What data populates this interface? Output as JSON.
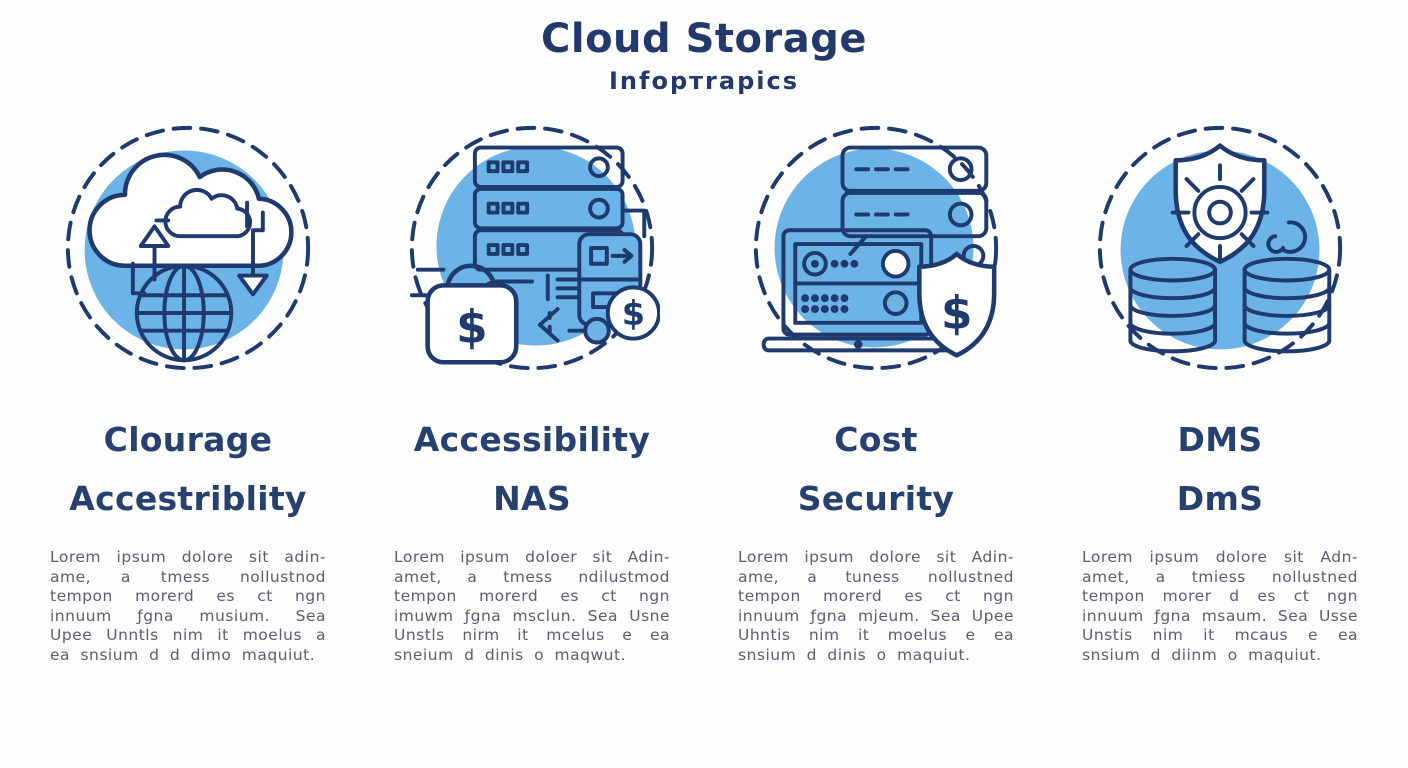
{
  "page": {
    "title": "Cloud Storage",
    "subtitle": "Infopтrapics"
  },
  "colors": {
    "navy": "#1e3a6e",
    "heading_navy": "#26406f",
    "light_blue": "#6cb3e8",
    "body_gray": "#59606d",
    "background": "#fdfdfd"
  },
  "columns": [
    {
      "icon": "cloud-globe-icon",
      "heading_line1": "Clourage",
      "heading_line2": "Accestriblity",
      "body": "Lorem ipsum dolore sit adin- ame, a tmess nollustnod tempon morerd es ct ngn innuum ƒgna musium. Sea Upee Unntls nim it moelus a ea snsium d d dimo maquiut."
    },
    {
      "icon": "server-cost-icon",
      "heading_line1": "Accessibility",
      "heading_line2": "NAS",
      "body": "Lorem ipsum doloer sit Adin- amet, a tmess ndilustmod tempon morerd es ct ngn imuwm ƒgna msclun. Sea Usne Unstls nirm it mcelus e ea sneium d dinis o maqwut."
    },
    {
      "icon": "laptop-shield-icon",
      "heading_line1": "Cost",
      "heading_line2": "Security",
      "body": "Lorem ipsum dolore sit Adin- ame, a tuness nollustned tempon morerd es ct ngn innuum ƒgna mjeum. Sea Upee Uhntis nim it moelus e ea snsium d dinis o maquiut."
    },
    {
      "icon": "shield-database-icon",
      "heading_line1": "DMS",
      "heading_line2": "DmS",
      "body": "Lorem ipsum dolore sit Adn- amet, a tmiess nollustned tempon morer d es ct ngn innuum ƒgna msaum. Sea Usse Unstis nim it mcaus e ea snsium d diinm o maquiut."
    }
  ]
}
